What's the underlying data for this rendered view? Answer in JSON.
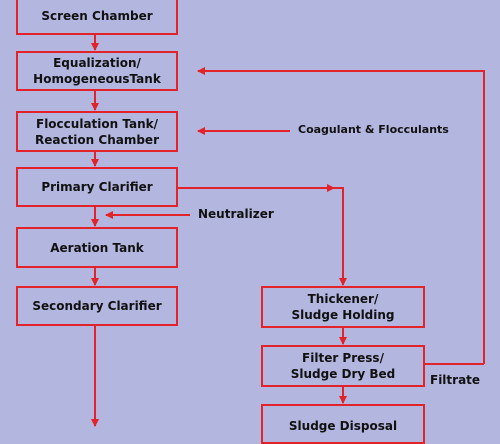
{
  "colors": {
    "background": "#b3b6de",
    "line": "#e2232a",
    "text": "#111111"
  },
  "boxes": {
    "screen_chamber": [
      "Screen Chamber"
    ],
    "equalization": [
      "Equalization/",
      "HomogeneousTank"
    ],
    "flocculation": [
      "Flocculation Tank/",
      "Reaction Chamber"
    ],
    "primary_clarifier": [
      "Primary Clarifier"
    ],
    "aeration_tank": [
      "Aeration Tank"
    ],
    "secondary_clarifier": [
      "Secondary Clarifier"
    ],
    "thickener": [
      "Thickener/",
      "Sludge Holding"
    ],
    "filter_press": [
      "Filter Press/",
      "Sludge Dry Bed"
    ],
    "sludge_disposal": [
      "Sludge Disposal"
    ]
  },
  "labels": {
    "coagulant": "Coagulant & Flocculants",
    "neutralizer": "Neutralizer",
    "filtrate": "Filtrate"
  }
}
